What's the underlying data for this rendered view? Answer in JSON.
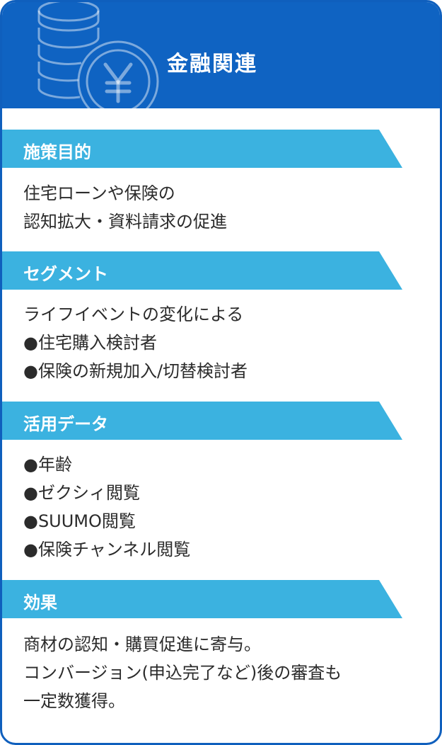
{
  "header": {
    "title": "金融関連",
    "icon": "yen-coin-stack-icon",
    "color": "#0f63c2"
  },
  "accent_color": "#3bb2e0",
  "sections": [
    {
      "label": "施策目的",
      "lines": [
        "住宅ローンや保険の",
        "認知拡大・資料請求の促進"
      ]
    },
    {
      "label": "セグメント",
      "lines": [
        "ライフイベントの変化による",
        "●住宅購入検討者",
        "●保険の新規加入/切替検討者"
      ]
    },
    {
      "label": "活用データ",
      "lines": [
        "●年齢",
        "●ゼクシィ閲覧",
        "●SUUMO閲覧",
        "●保険チャンネル閲覧"
      ]
    },
    {
      "label": "効果",
      "lines": [
        "商材の認知・購買促進に寄与。",
        "コンバージョン(申込完了など)後の審査も",
        "一定数獲得。"
      ]
    }
  ]
}
